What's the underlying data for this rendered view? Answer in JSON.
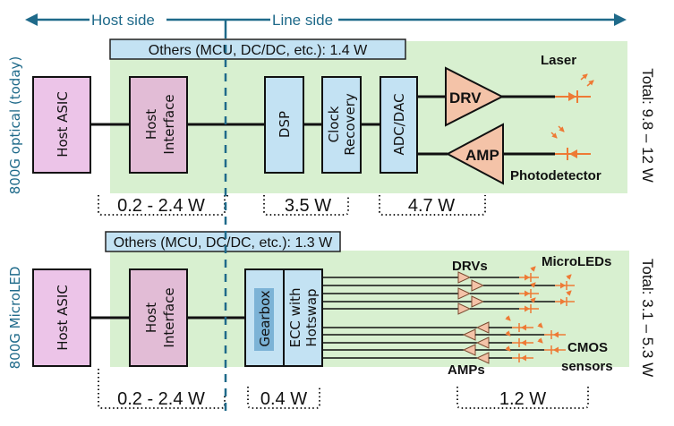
{
  "header": {
    "host_side": "Host side",
    "line_side": "Line side"
  },
  "colors": {
    "accent_teal": "#1f6a8a",
    "green_bg": "#d8f0d0",
    "blue_box": "#c3e2f3",
    "pink_host_asic": "#ecc4e8",
    "pink_host_interface": "#e2bcd6",
    "salmon_amp": "#f4c3a8",
    "orange_optics": "#ee7a35",
    "gearbox_highlight": "#7cb3d6"
  },
  "rows": [
    {
      "id": "optical",
      "row_label": "800G optical (today)",
      "others_label": "Others (MCU, DC/DC, etc.): 1.4 W",
      "total_label": "Total: 9.8 – 12 W",
      "blocks": {
        "host_asic": "Host ASIC",
        "host_interface": [
          "Host",
          "Interface"
        ],
        "dsp": "DSP",
        "clock_recovery": [
          "Clock",
          "Recovery"
        ],
        "adc_dac": "ADC/DAC",
        "drv": "DRV",
        "amp": "AMP",
        "laser": "Laser",
        "photodetector": "Photodetector"
      },
      "power": [
        "0.2 - 2.4 W",
        "3.5 W",
        "4.7 W"
      ]
    },
    {
      "id": "microled",
      "row_label": "800G MicroLED",
      "others_label": "Others (MCU, DC/DC, etc.): 1.3 W",
      "total_label": "Total: 3.1 – 5.3 W",
      "blocks": {
        "host_asic": "Host ASIC",
        "host_interface": [
          "Host",
          "Interface"
        ],
        "gearbox": "Gearbox",
        "ecc_hotswap": [
          "ECC with",
          "Hotswap"
        ],
        "drvs": "DRVs",
        "amps": "AMPs",
        "microleds": "MicroLEDs",
        "cmos_sensors": [
          "CMOS",
          "sensors"
        ]
      },
      "power": [
        "0.2 - 2.4 W",
        "0.4 W",
        "1.2 W"
      ]
    }
  ]
}
